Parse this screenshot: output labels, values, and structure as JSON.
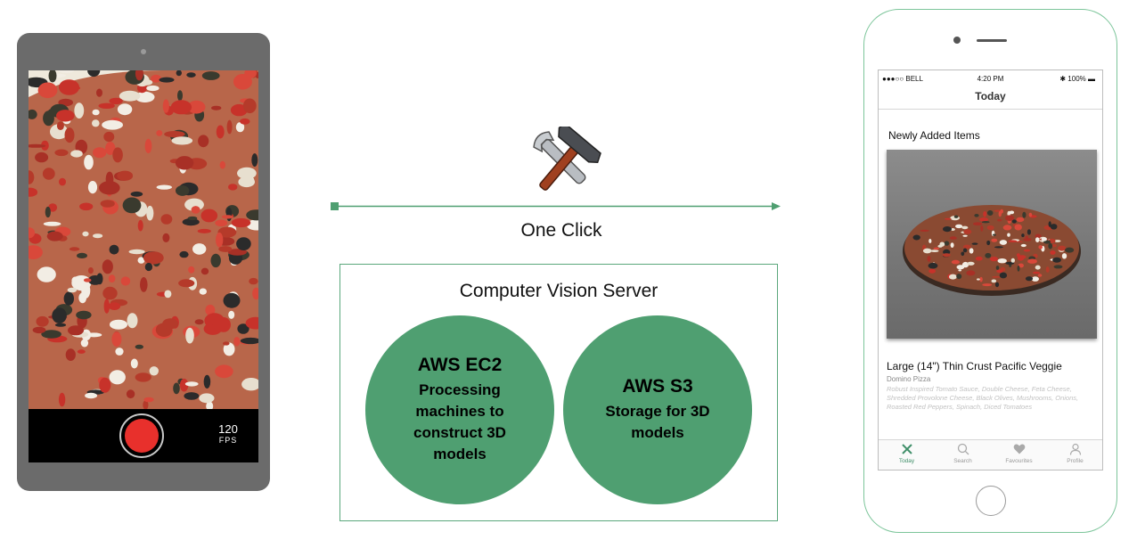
{
  "tablet": {
    "fps_value": "120",
    "fps_unit": "FPS"
  },
  "pipeline": {
    "action_label": "One Click"
  },
  "server": {
    "title": "Computer Vision Server",
    "nodes": [
      {
        "title": "AWS EC2",
        "description": "Processing machines to construct 3D models"
      },
      {
        "title": "AWS S3",
        "description": "Storage for 3D models"
      }
    ]
  },
  "phone": {
    "status": {
      "carrier": "●●●○○ BELL",
      "time": "4:20 PM",
      "battery": "100%"
    },
    "nav_title": "Today",
    "section_title": "Newly Added Items",
    "product": {
      "name": "Large (14\") Thin Crust Pacific Veggie",
      "store": "Domino Pizza",
      "description": "Robust Inspired Tomato Sauce, Double Cheese, Feta Cheese, Shredded Provolone Cheese, Black Olives, Mushrooms, Onions, Roasted Red Peppers, Spinach, Diced Tomatoes"
    },
    "tabs": [
      {
        "label": "Today",
        "icon": "fork-knife-icon",
        "active": true
      },
      {
        "label": "Search",
        "icon": "search-icon",
        "active": false
      },
      {
        "label": "Favourites",
        "icon": "heart-icon",
        "active": false
      },
      {
        "label": "Profile",
        "icon": "person-icon",
        "active": false
      }
    ]
  },
  "colors": {
    "accent_green": "#4f9f71",
    "border_green": "#5aa77c",
    "shutter_red": "#e8302c",
    "tablet_gray": "#6b6b6b"
  }
}
